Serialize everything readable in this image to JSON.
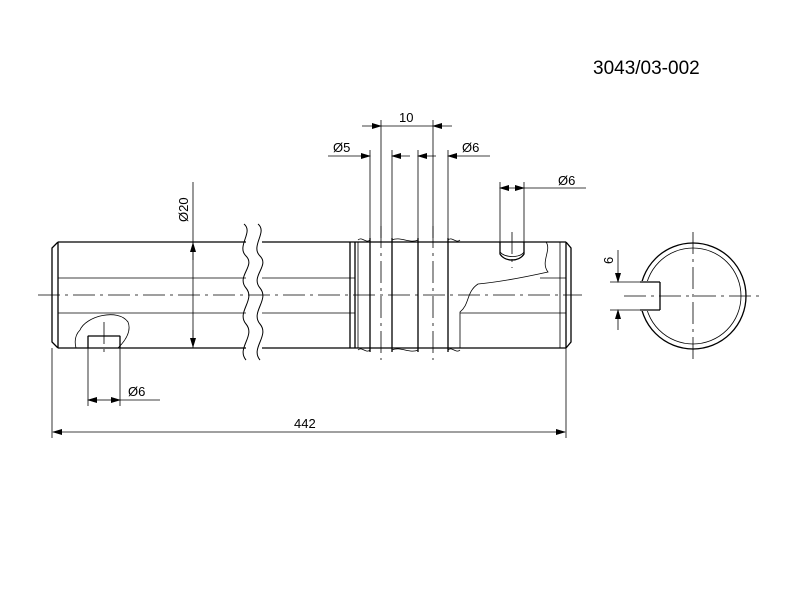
{
  "drawing": {
    "part_number": "3043/03-002",
    "dimensions": {
      "pitch": "10",
      "hole_left": "Ø5",
      "hole_right": "Ø6",
      "notch_top": "Ø6",
      "shaft_diameter": "Ø20",
      "pin_hole": "Ø6",
      "overall_length": "442",
      "flat_depth": "6"
    }
  }
}
